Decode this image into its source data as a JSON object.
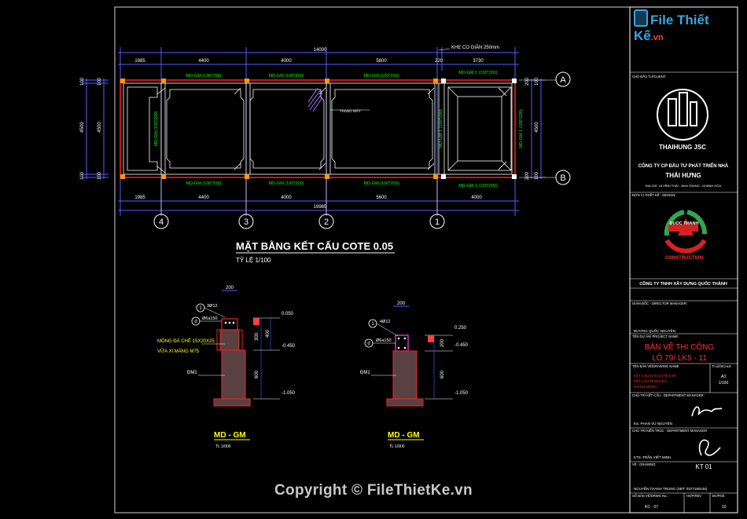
{
  "plan": {
    "title": "MẶT BẰNG KẾT CẤU COTE 0.05",
    "scale": "TỶ LỆ 1/100",
    "dims_top": [
      "1985",
      "4400",
      "4000",
      "5600",
      "220",
      "3730"
    ],
    "dim_total_top": "14000",
    "dims_bottom": [
      "1985",
      "4400",
      "4000",
      "5600",
      "4000"
    ],
    "dim_total_bottom": "19985",
    "dims_left": [
      "100",
      "100",
      "4500",
      "100",
      "100"
    ],
    "dim_right": "4500",
    "dims_right_small": [
      "200",
      "100",
      "100",
      "200"
    ],
    "beam_labels_top": [
      "MD-GM (100*200)",
      "MD-GM (100*200)",
      "MD-GM (100*200)",
      "MD-GM 1 (100*200)"
    ],
    "beam_labels_bottom": [
      "MD-GM (100*200)",
      "MD-GM (100*200)",
      "MD-GM (100*200)",
      "MD-GM 1 (100*200)"
    ],
    "beam_labels_vertical": [
      "MD-GM (100*200)",
      "MD-GM 1 (100*200)",
      "MD-GM 1 (100*200)"
    ],
    "joint_note": "KHE CO GIÃN 250mm",
    "stair_note": "THANG MÁY",
    "axes_rows": [
      "A",
      "B"
    ],
    "axes_cols": [
      "4",
      "3",
      "2",
      "1"
    ]
  },
  "sections": [
    {
      "title": "MD - GM",
      "scale": "TL 1/000",
      "width_dim": "200",
      "rebar_top": "3Ø12",
      "stirrup": "Ø6a150",
      "marks": [
        "1",
        "d"
      ],
      "note_lines": [
        "MÓNG ĐÁ CHẺ 15X20X25",
        "VỮA XI MĂNG M75"
      ],
      "footing": "ĐM1",
      "levels": [
        "0.050",
        "-0.450",
        "-1.050"
      ],
      "heights": [
        "300",
        "400",
        "600"
      ]
    },
    {
      "title": "MD - GM",
      "scale": "TL 1/000",
      "width_dim": "200",
      "rebar_top": "4Ø12",
      "stirrup": "Ø6a150",
      "marks": [
        "1",
        "d"
      ],
      "footing": "ĐM1",
      "levels": [
        "0.250",
        "-0.450",
        "-1.050"
      ],
      "heights": [
        "200",
        "600"
      ]
    }
  ],
  "title_block": {
    "site_logo": "File Thiết Kế",
    "site_domain": ".vn",
    "owner_label": "CHỦ ĐẦU TƯ/CLIENT:",
    "owner_brand": "THAIHUNG JSC",
    "owner_name_1": "CÔNG TY CP ĐẦU TƯ PHÁT TRIỂN NHÀ",
    "owner_name_2": "THÁI HƯNG",
    "owner_address": "ĐỊA CHỈ: 18 VĨNH THÁI - NHA TRANG - KHÁNH HÒA",
    "designer_label": "ĐƠN VỊ THIẾT KẾ - DESIGN:",
    "designer_logo_text": "DUOC THANH",
    "designer_logo_sub": "CONSTRUCTION",
    "designer_name": "CÔNG TY TNHH XÂY DỰNG QUỐC THÀNH",
    "director_label": "GIÁM ĐỐC - DIRECTOR MANAGER:",
    "director_name": "ĐƯƠNG QUỐC NGUYÊN",
    "project_label": "TÊN DỰ ÁN/ PROJECT NAME:",
    "project_1": "BẢN VẼ THI CÔNG",
    "project_2": "LÔ 79/ LK5 - 11",
    "drawing_label": "TÊN BẢN VẼ/DRAWING NAME",
    "scale_label": "TỈ LỆ/SCALE",
    "drawing_lines": [
      "KẾT CẤU SÀN COTE 0.05",
      "KẾT CẤU MÓNG ĐÁ",
      "GIẰNG MÓNG"
    ],
    "scale_value_1": "A3",
    "scale_value_2": "1/100",
    "struct_label": "CHỦ TRÌ KẾT CẤU - DEPARTMENT MANAGER:",
    "struct_name": "KS. PHAN VŨ NGUYÊN",
    "arch_label": "CHỦ TRÌ KIẾN TRÚC - DEPARTMENT MANAGER",
    "arch_name": "KTS. TRẦN VIẾT MINH",
    "drawing_code_label": "VẼ - DRAWING:",
    "drawing_code": "KT 01",
    "drawer": "NGUYỄN THANH TRUNG (SĐT: 0377190145)",
    "footer_labels": [
      "SỐ BẢN VẼ/DRWG No.:",
      "HỢP/REV",
      "BV/PGE"
    ],
    "footer_values": [
      "KC - 07",
      "",
      "10"
    ]
  },
  "watermark": "Copyright © FileThietKe.vn",
  "colors": {
    "dim": "#0000ff",
    "beam": "#ff2020",
    "column": "#ff9900",
    "line": "#ffffff",
    "text_yellow": "#ffff00",
    "text_green": "#00ff00",
    "text_red": "#ff3030",
    "text_cyan": "#00ffff"
  }
}
